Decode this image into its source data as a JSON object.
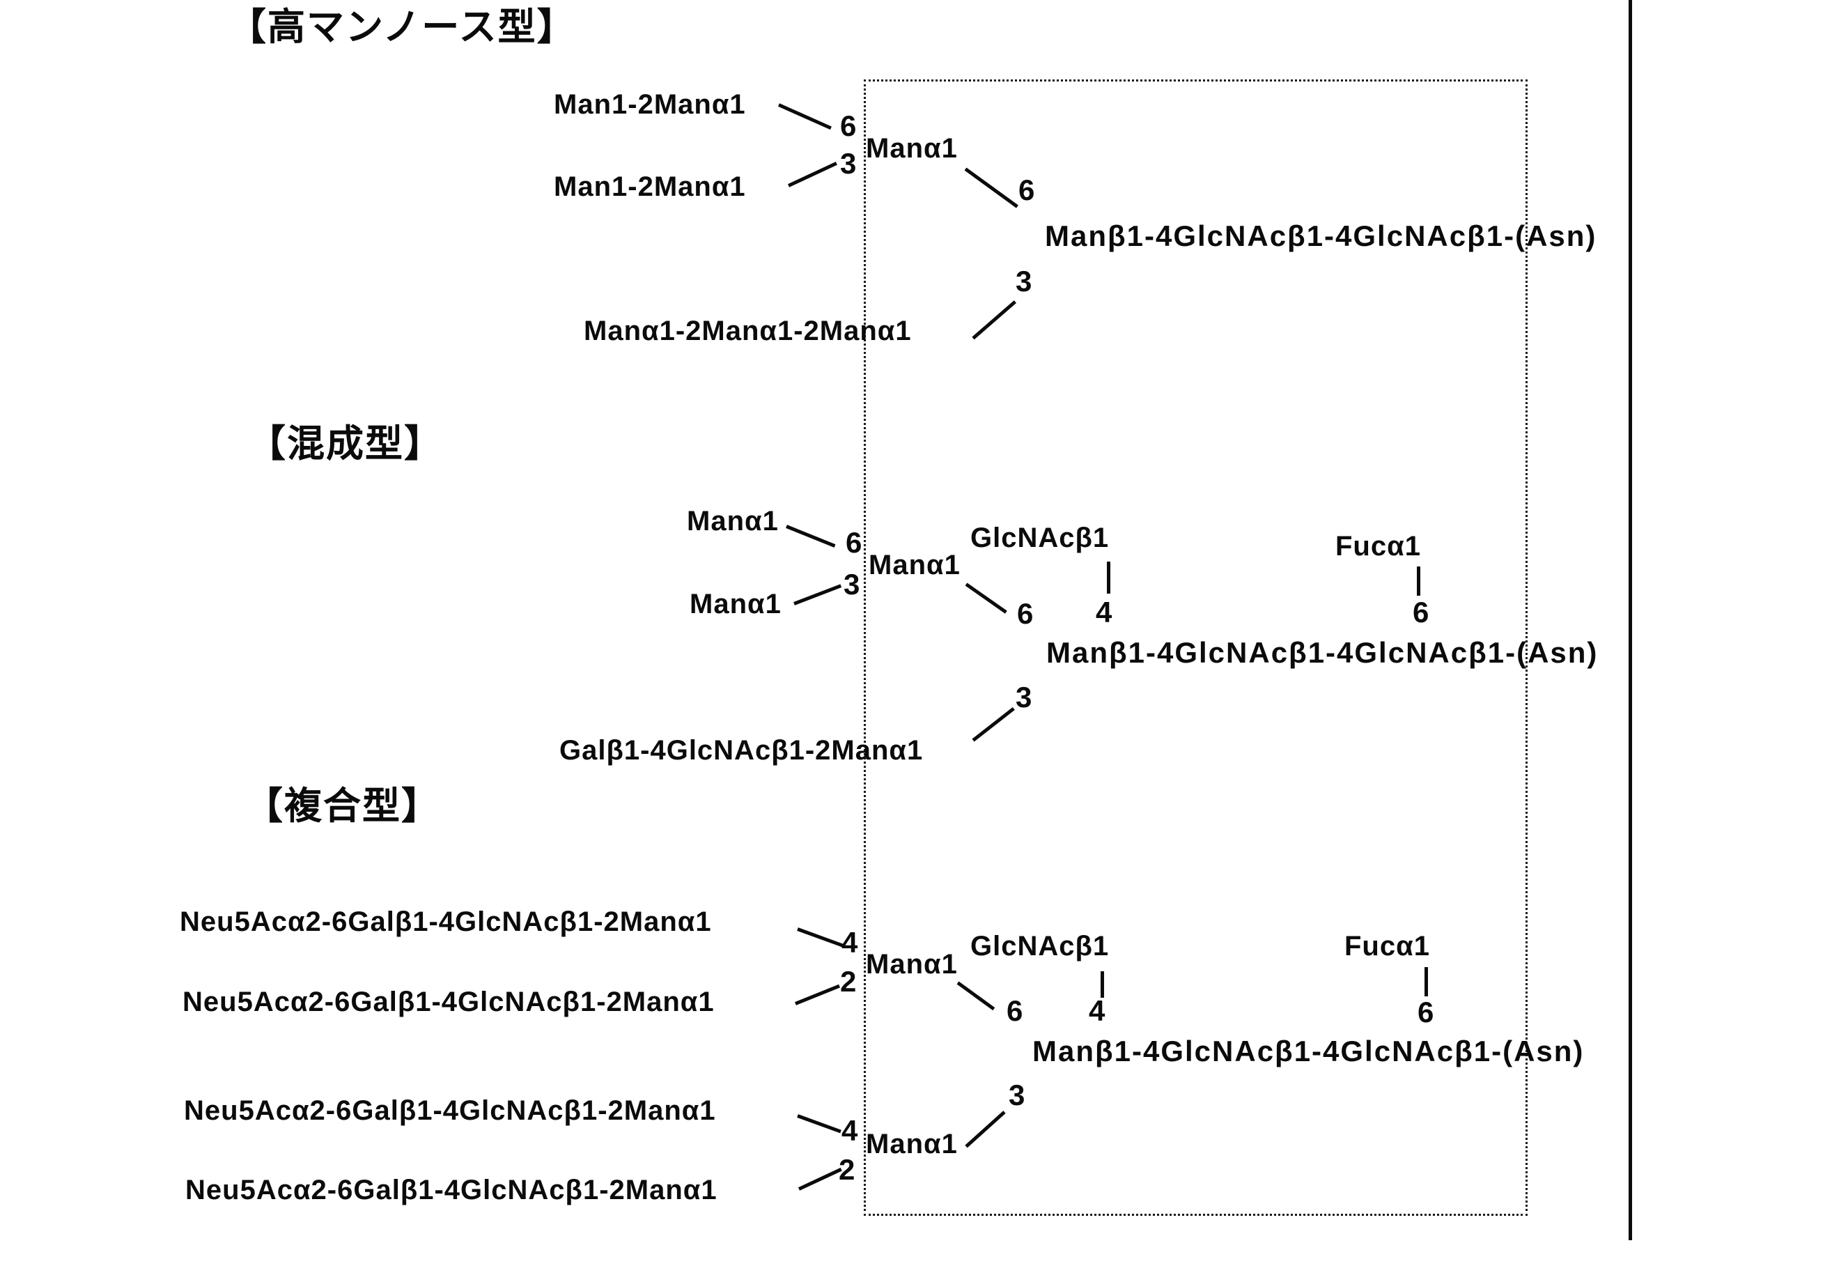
{
  "colors": {
    "ink": "#0b0b0b",
    "background": "#ffffff"
  },
  "hm": {
    "title": "【高マンノース型】",
    "r1": "Man1-2Manα1",
    "r2": "Man1-2Manα1",
    "r3": "Manα1-2Manα1-2Manα1",
    "node": "Manα1",
    "n6": "6",
    "n3": "3",
    "c6": "6",
    "c3": "3",
    "core": "Manβ1-4GlcNAcβ1-4GlcNAcβ1-(Asn)"
  },
  "hy": {
    "title": "【混成型】",
    "r1": "Manα1",
    "r2": "Manα1",
    "r3": "Galβ1-4GlcNAcβ1-2Manα1",
    "node": "Manα1",
    "n6": "6",
    "n3": "3",
    "c6": "6",
    "c3": "3",
    "glcnac": "GlcNAcβ1",
    "g4": "4",
    "fuc": "Fucα1",
    "f6": "6",
    "core": "Manβ1-4GlcNAcβ1-4GlcNAcβ1-(Asn)"
  },
  "cx": {
    "title": "【複合型】",
    "r1": "Neu5Acα2-6Galβ1-4GlcNAcβ1-2Manα1",
    "r2": "Neu5Acα2-6Galβ1-4GlcNAcβ1-2Manα1",
    "r3": "Neu5Acα2-6Galβ1-4GlcNAcβ1-2Manα1",
    "r4": "Neu5Acα2-6Galβ1-4GlcNAcβ1-2Manα1",
    "node1": "Manα1",
    "node2": "Manα1",
    "n4a": "4",
    "n2a": "2",
    "n4b": "4",
    "n2b": "2",
    "c6": "6",
    "c3": "3",
    "glcnac": "GlcNAcβ1",
    "g4": "4",
    "fuc": "Fucα1",
    "f6": "6",
    "core": "Manβ1-4GlcNAcβ1-4GlcNAcβ1-(Asn)"
  }
}
